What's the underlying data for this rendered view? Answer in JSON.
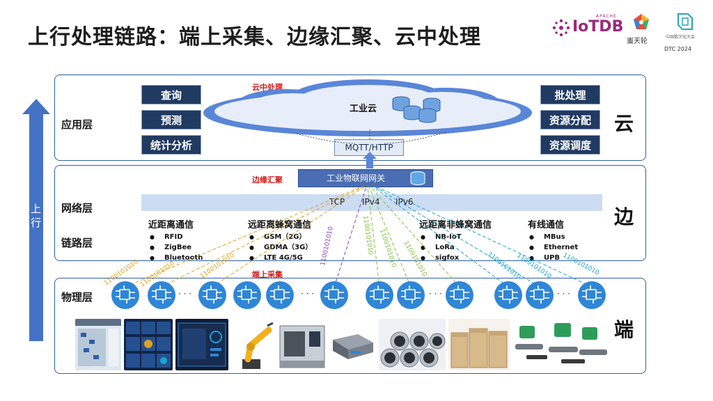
{
  "title": "上行处理链路：端上采集、边缘汇聚、云中处理",
  "logos": {
    "iotdb": "IoTDB",
    "apache": "APACHE",
    "tianlun": "蚩天轮",
    "dtc_small": "中国数字化大会",
    "dtc_year": "DTC 2024"
  },
  "side_arrow": {
    "label": "上 行"
  },
  "cloud_layer": {
    "layer_label": "应用层",
    "big_label": "云",
    "section_label": "云中处理",
    "cloud_name": "工业云",
    "left_buttons": [
      "查询",
      "预测",
      "统计分析"
    ],
    "right_buttons": [
      "批处理",
      "资源分配",
      "资源调度"
    ],
    "mqtt": "MQTT/HTTP"
  },
  "edge_layer": {
    "network_label": "网络层",
    "link_label": "链路层",
    "big_label": "边",
    "section_label": "边缘汇聚",
    "gateway": "工业物联网网关",
    "protocols": [
      "TCP",
      "IPv4",
      "IPv6"
    ],
    "comm_groups": [
      {
        "title": "近距离通信",
        "items": [
          "RFID",
          "ZigBee",
          "Bluetooth"
        ]
      },
      {
        "title": "远距离蜂窝通信",
        "items": [
          "GSM（2G）",
          "GDMA（3G）",
          "LTE 4G/5G"
        ]
      },
      {
        "title": "远距离非蜂窝通信",
        "items": [
          "NB-IoT",
          "LoRa",
          "sigfox"
        ]
      },
      {
        "title": "有线通信",
        "items": [
          "MBus",
          "Ethernet",
          "UPB"
        ]
      }
    ]
  },
  "end_layer": {
    "layer_label": "物理层",
    "big_label": "端",
    "section_label": "端上采集",
    "ellipsis": "· · ·",
    "bits": "1100101010"
  },
  "colors": {
    "navy": "#213a62",
    "panel_border": "#2e5fa7",
    "node_blue": "#2f86d6",
    "cloud_blue": "#5a86d8",
    "red": "#d01818",
    "orange_link": "#e0a21a",
    "purple_link": "#8b3fc4",
    "green_link": "#7fc23b",
    "cyan_link": "#1aa3d8"
  }
}
